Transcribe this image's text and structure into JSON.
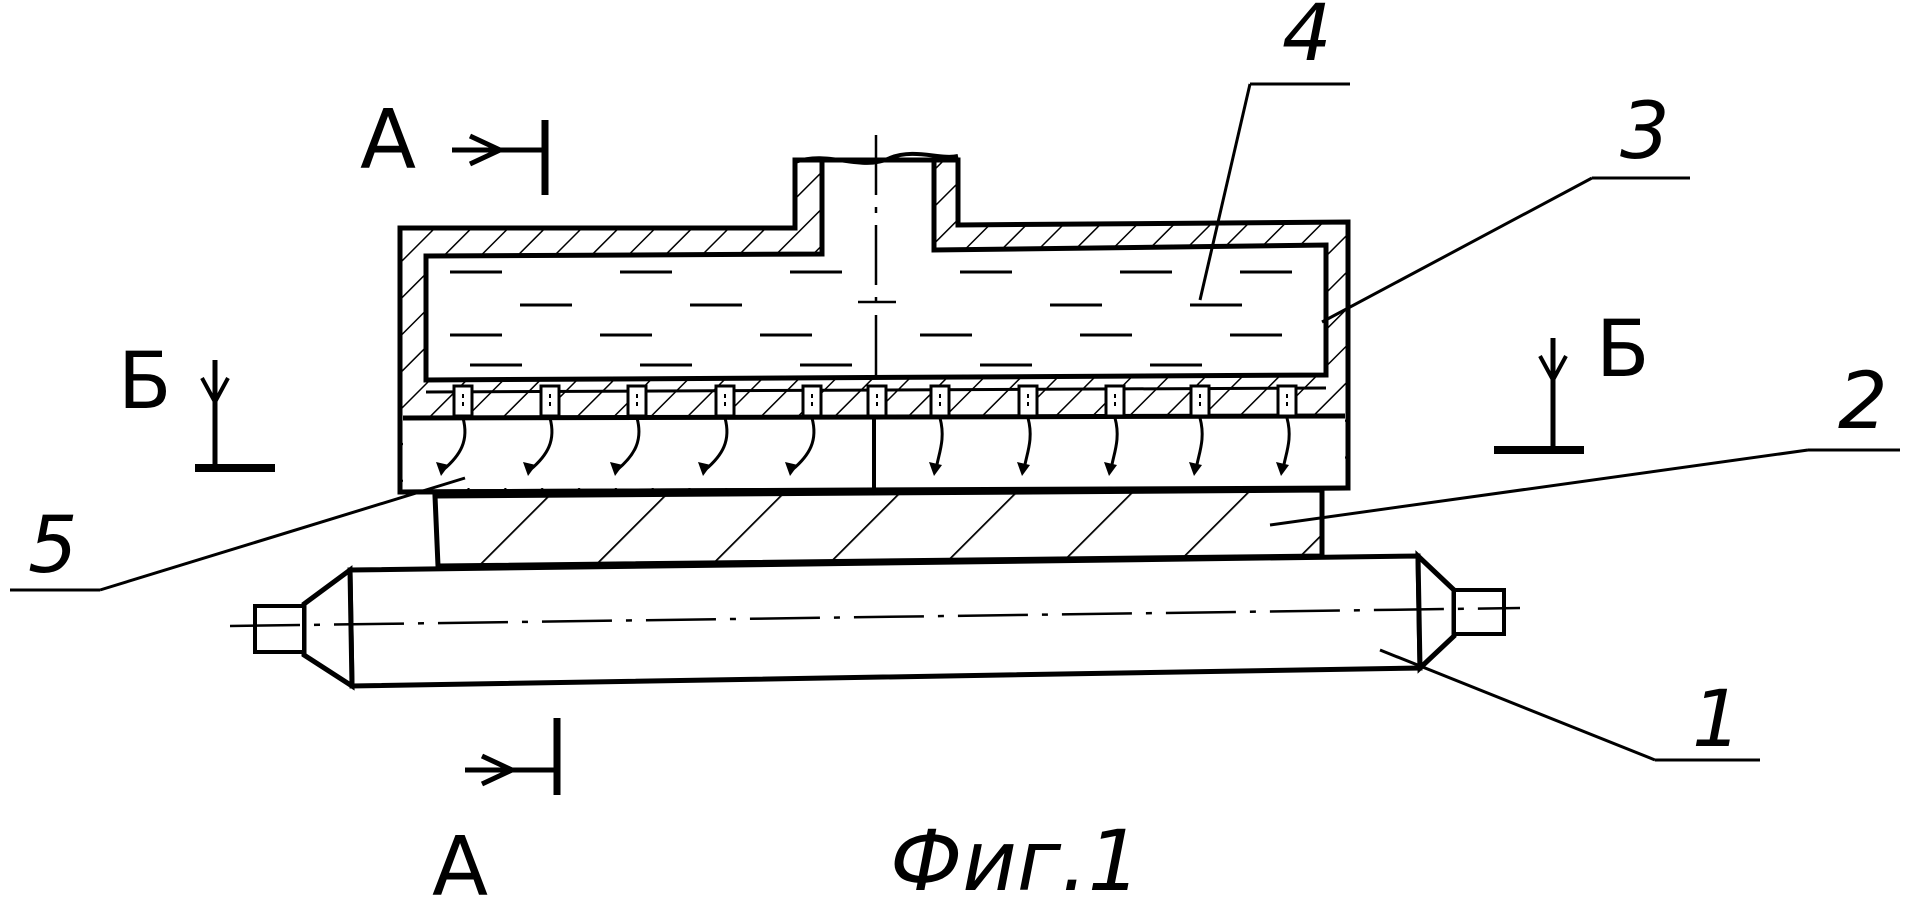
{
  "figure": {
    "caption": "Фиг.1",
    "section_labels": {
      "a_top": "А",
      "a_bottom": "А",
      "b_left": "Б",
      "b_right": "Б"
    },
    "callouts": {
      "c1": "1",
      "c2": "2",
      "c3": "3",
      "c4": "4",
      "c5": "5"
    }
  }
}
